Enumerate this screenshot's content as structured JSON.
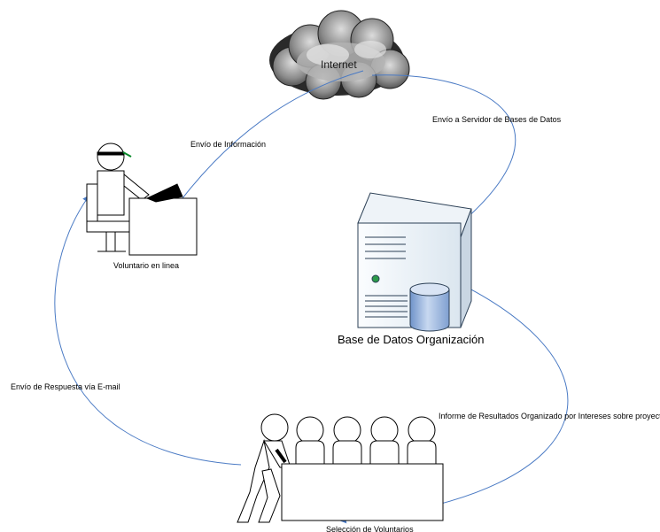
{
  "nodes": {
    "internet": "Internet",
    "volunteer": "Voluntario en linea",
    "database": "Base de Datos Organización",
    "selection": "Selección de Voluntarios"
  },
  "edges": {
    "info": "Envío de Información",
    "to_server": "Envío a Servidor de Bases de Datos",
    "report": "Informe de Resultados Organizado por Intereses sobre proyectos",
    "reply": "Envío de Respuesta vía E-mail"
  }
}
